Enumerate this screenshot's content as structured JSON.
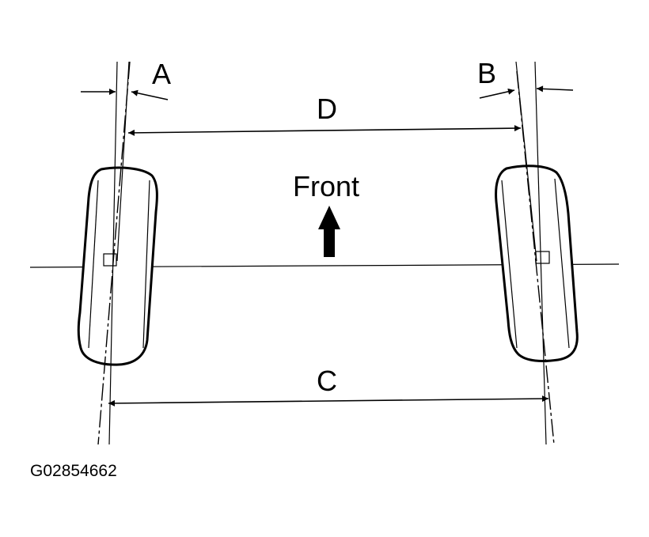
{
  "labels": {
    "a": "A",
    "b": "B",
    "c": "C",
    "d": "D",
    "front": "Front"
  },
  "figure_id": "G02854662",
  "colors": {
    "line": "#000000",
    "background": "#ffffff"
  }
}
